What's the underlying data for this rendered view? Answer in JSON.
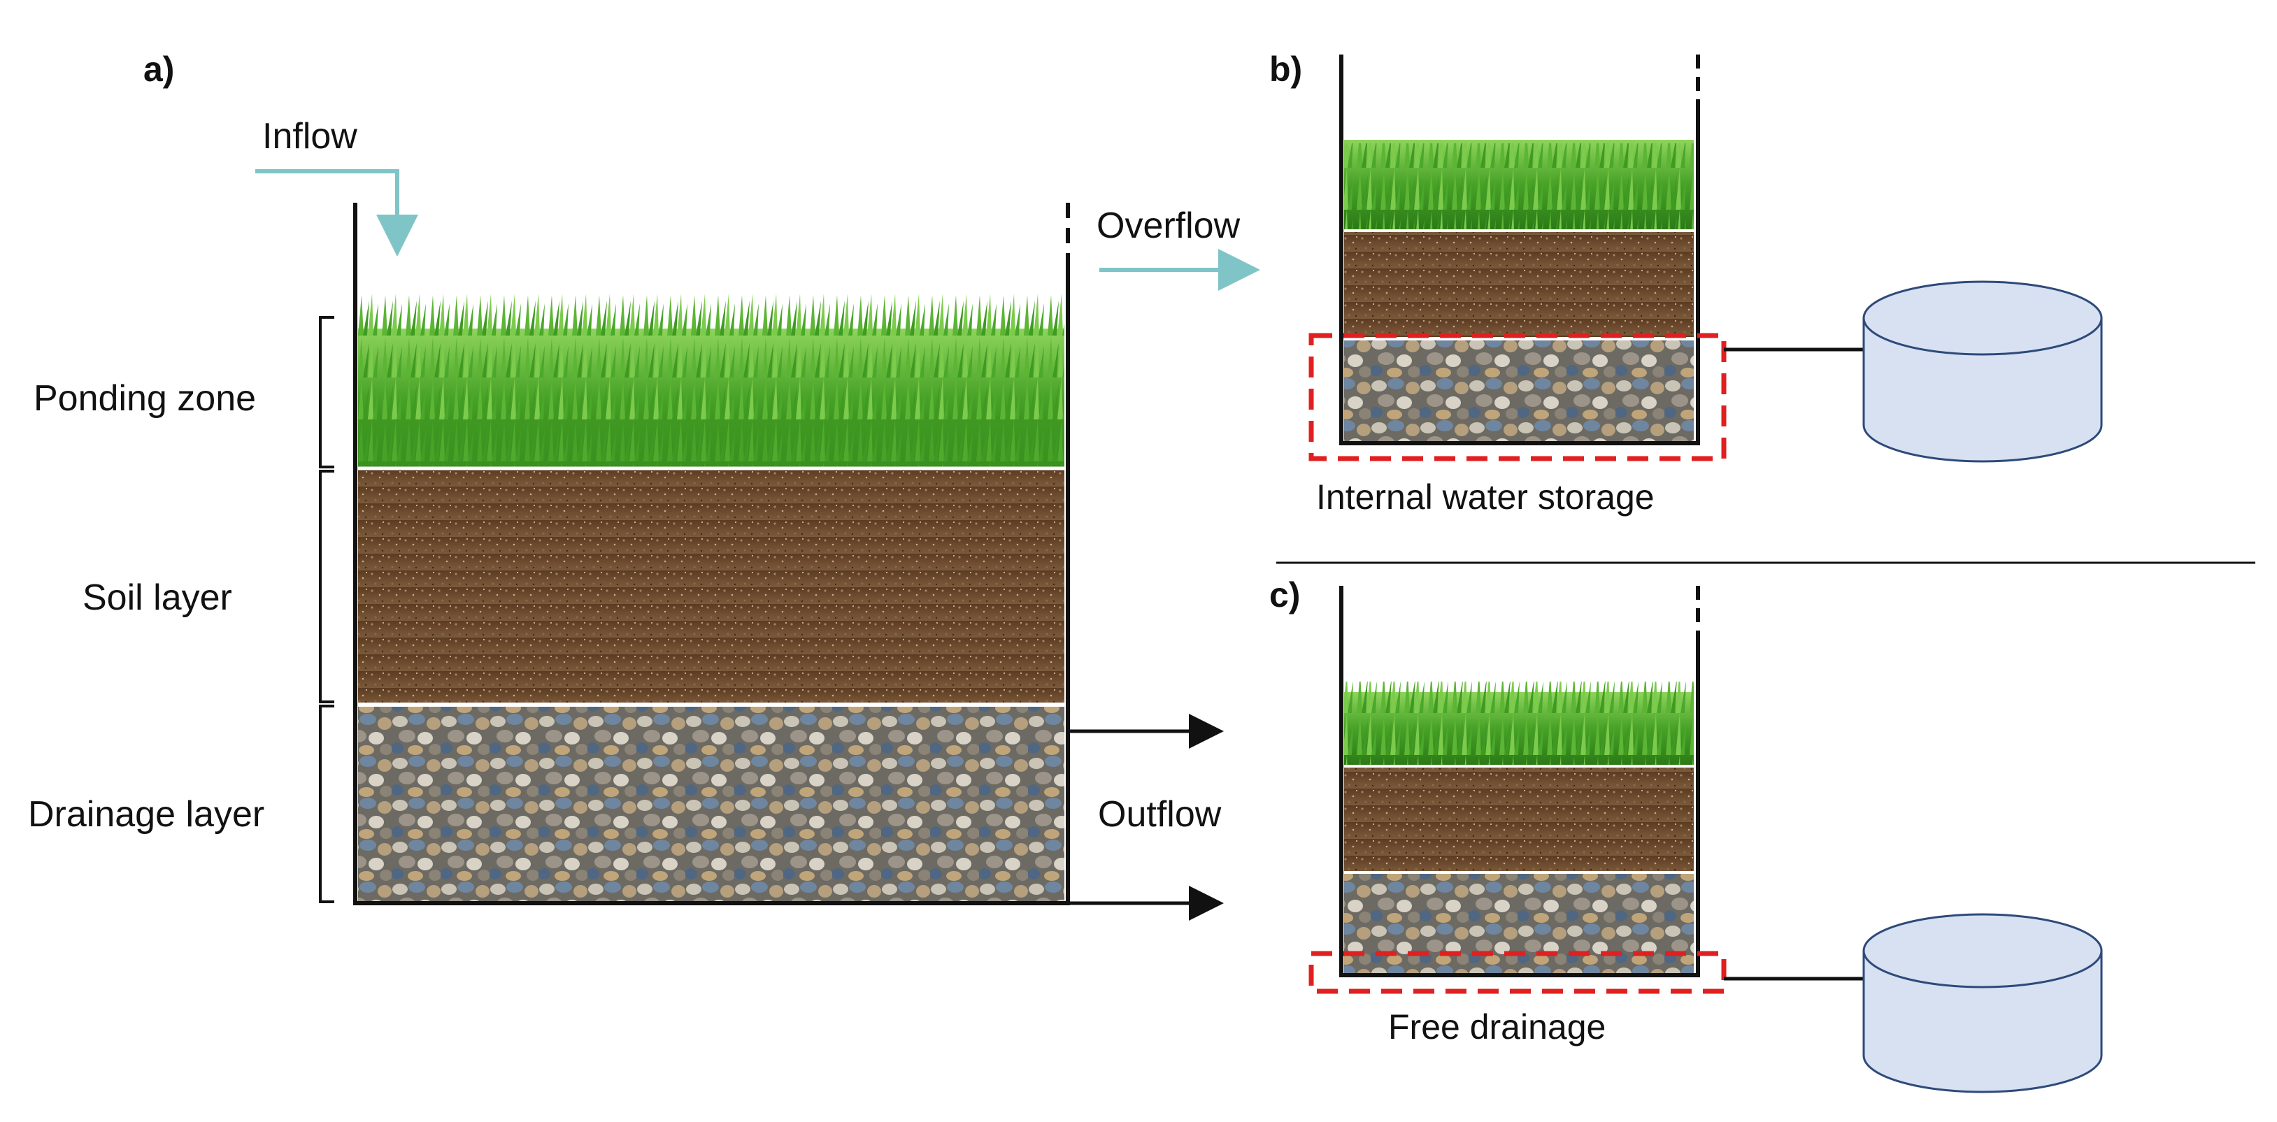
{
  "panels": {
    "a": {
      "letter": "a)",
      "inflow": "Inflow",
      "overflow": "Overflow",
      "outflow": "Outflow",
      "layers": [
        "Ponding zone",
        "Soil layer",
        "Drainage layer"
      ]
    },
    "b": {
      "letter": "b)",
      "caption": "Internal water storage"
    },
    "c": {
      "letter": "c)",
      "caption": "Free drainage"
    }
  },
  "colors": {
    "flow_arrow": "#7fc4c6",
    "outline": "#111111",
    "highlight_dashed": "#e02020",
    "tank_fill": "#d7e1f2",
    "tank_stroke": "#2e4a7a",
    "grass": "#4fae2a",
    "soil": "#6b4a2e",
    "gravel": "#8f8a80"
  }
}
